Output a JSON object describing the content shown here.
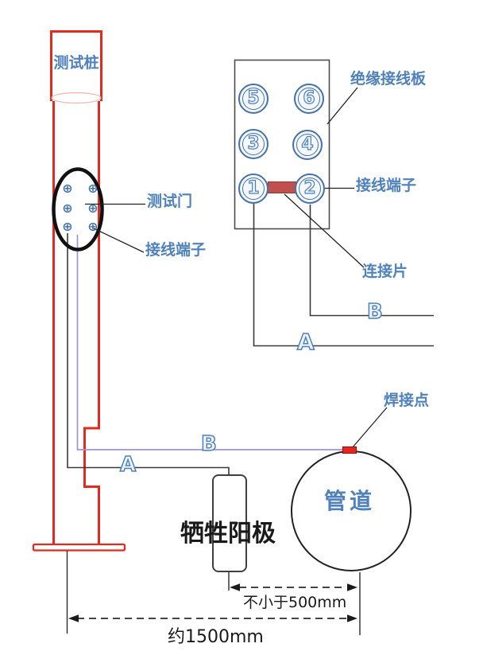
{
  "test_pile": {
    "label": "测试桩"
  },
  "test_door": {
    "label": "测试门",
    "terminal_symbol": "⊕"
  },
  "left_terminal_label": "接线端子",
  "board": {
    "label": "绝缘接线板",
    "terminal_label": "接线端子",
    "connector_label": "连接片",
    "numbers": [
      "5",
      "6",
      "3",
      "4",
      "1",
      "2"
    ]
  },
  "cables": {
    "a": "A",
    "b": "B"
  },
  "weld_point": {
    "label": "焊接点"
  },
  "pipe": {
    "label": "管道"
  },
  "anode": {
    "label": "牺牲阳极"
  },
  "dimensions": {
    "anode_to_pipe": "不小于500mm",
    "pile_to_pipe": "约1500mm"
  },
  "colors": {
    "accent_blue": "#4f81bd",
    "pile_red": "#e02b20",
    "wire_purple": "#a294c6",
    "connector_fill": "#c0504d",
    "line_gray": "#3a3a3a"
  }
}
